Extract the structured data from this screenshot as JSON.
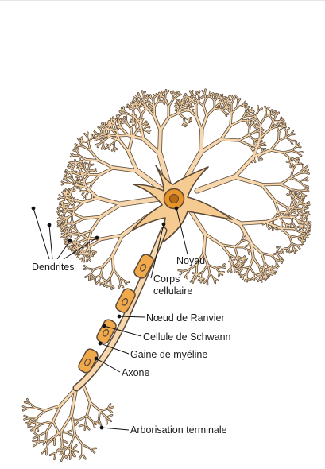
{
  "diagram": {
    "colors": {
      "outline": "#5a4838",
      "fill": "#f6d7ae",
      "body_fill": "#f6cb91",
      "myelin": "#f0a94b",
      "nucleus": "#e89327",
      "nucleolus": "#b86a12",
      "pointer": "#111111"
    },
    "labels": {
      "dendrites": "Dendrites",
      "noyau": "Noyau",
      "corps_line1": "Corps",
      "corps_line2": "cellulaire",
      "noeud": "Nœud de Ranvier",
      "schwann": "Cellule de Schwann",
      "myeline": "Gaine de myéline",
      "axone": "Axone",
      "arborisation": "Arborisation terminale"
    }
  }
}
